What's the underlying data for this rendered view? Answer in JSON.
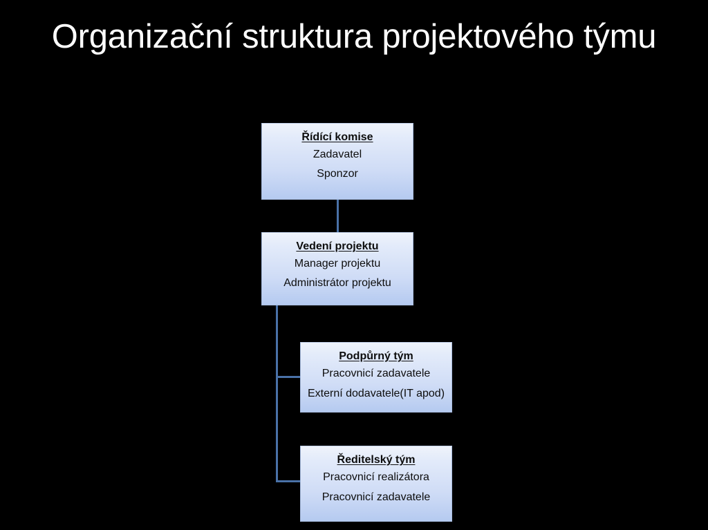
{
  "slide": {
    "title": "Organizační struktura projektového týmu",
    "background_color": "#000000",
    "title_color": "#ffffff"
  },
  "theme": {
    "box_fill_top": "#eff3fb",
    "box_fill_bottom": "#b5caf0",
    "box_border": "#a8bcdf",
    "connector_color": "#4a72a8",
    "text_color": "#0d0d0d"
  },
  "chart_data": {
    "type": "diagram",
    "subtype": "organization-chart",
    "title": "Organizační struktura projektového týmu",
    "orientation": "vertical-with-left-trunk",
    "nodes": [
      {
        "id": "ridici-komise",
        "title": "Řídící komise",
        "lines": [
          "Zadavatel",
          "Sponzor"
        ],
        "level": 1
      },
      {
        "id": "vedeni-projektu",
        "title": "Vedení projektu",
        "lines": [
          "Manager projektu",
          "Administrátor projektu"
        ],
        "level": 2
      },
      {
        "id": "podpurny-tym",
        "title": "Podpůrný tým",
        "lines": [
          "Pracovnicí zadavatele",
          "Externí dodavatele(IT apod)"
        ],
        "level": 3
      },
      {
        "id": "reditelsky-tym",
        "title": "Ředitelský tým",
        "lines": [
          "Pracovnicí realizátora",
          "Pracovnicí zadavatele"
        ],
        "level": 3
      }
    ],
    "edges": [
      {
        "from": "ridici-komise",
        "to": "vedeni-projektu",
        "style": "straight-vertical"
      },
      {
        "from": "vedeni-projektu",
        "to": "podpurny-tym",
        "style": "elbow-left-trunk"
      },
      {
        "from": "vedeni-projektu",
        "to": "reditelsky-tym",
        "style": "elbow-left-trunk"
      }
    ]
  },
  "boxes": {
    "ridici_komise": {
      "title": "Řídící komise",
      "line1": "Zadavatel",
      "line2": "Sponzor"
    },
    "vedeni_projektu": {
      "title": "Vedení projektu",
      "line1": "Manager projektu",
      "line2": "Administrátor projektu"
    },
    "podpurny_tym": {
      "title": "Podpůrný tým",
      "line1": "Pracovnicí zadavatele",
      "line2": "Externí dodavatele(IT apod)"
    },
    "reditelsky_tym": {
      "title": "Ředitelský tým",
      "line1": "Pracovnicí realizátora",
      "line2": "Pracovnicí zadavatele"
    }
  }
}
